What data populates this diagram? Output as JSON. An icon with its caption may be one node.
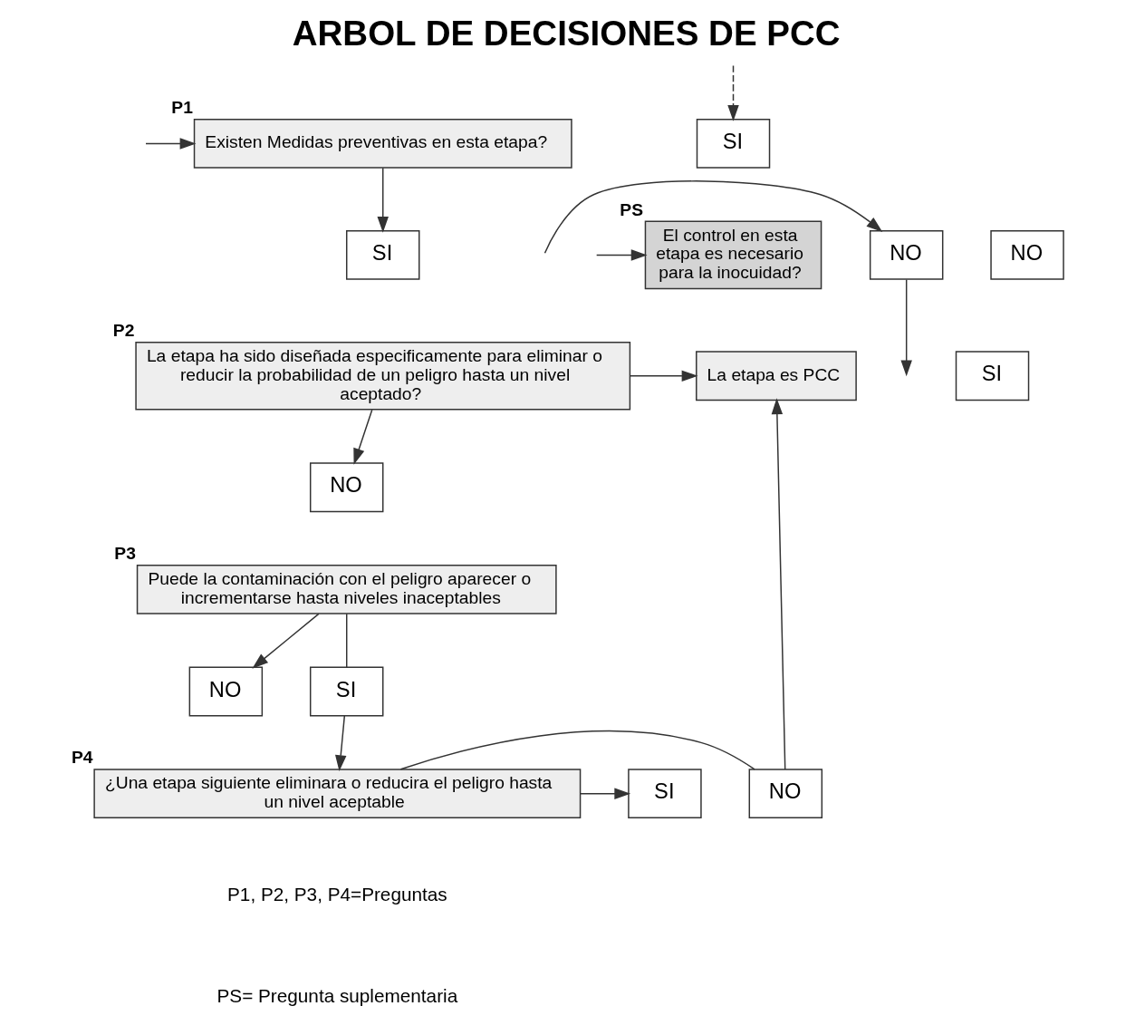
{
  "diagram": {
    "title": "ARBOL DE DECISIONES DE PCC",
    "nodes": [
      {
        "text": [
          "Existen Medidas preventivas en esta etapa?"
        ],
        "beside": [
          "P1"
        ]
      },
      {
        "text": [
          "SI"
        ]
      },
      {
        "text": [
          "El control en esta etapa es necesario para la inocuidad?"
        ],
        "beside": [
          "PS"
        ]
      },
      {
        "text": [
          "NO"
        ]
      },
      {
        "text": [
          "NO"
        ]
      },
      {
        "text": [
          "SI"
        ]
      },
      {
        "text": [
          "SI"
        ]
      },
      {
        "text": [
          "La etapa ha sido diseñada especificamente para eliminar o reducir la probabilidad de un peligro hasta un nivel aceptado?"
        ],
        "beside": [
          "P2"
        ]
      },
      {
        "text": [
          "La etapa es PCC"
        ]
      },
      {
        "text": [
          "NO"
        ]
      },
      {
        "text": [
          "Puede la contaminación con el peligro aparecer o incrementarse hasta niveles inaceptables"
        ],
        "beside": [
          "P3"
        ]
      },
      {
        "text": [
          "NO"
        ]
      },
      {
        "text": [
          "SI"
        ]
      },
      {
        "text": [
          "NO"
        ]
      },
      {
        "text": [
          "¿Una etapa siguiente eliminara o reducira el peligro hasta un nivel aceptable"
        ],
        "beside": [
          "P4"
        ]
      },
      {
        "text": [
          "SI"
        ]
      }
    ],
    "edges": [
      {
        "from": 0,
        "to": 5,
        "arrow": "to"
      },
      {
        "from": null,
        "to": 2,
        "arrow": "to"
      },
      {
        "from": null,
        "to": 0,
        "arrow": "to"
      },
      {
        "from": null,
        "to": 1,
        "arrow": "to",
        "style": "dashed"
      },
      {
        "from": null,
        "to": 3,
        "arrow": "to"
      },
      {
        "from": 3,
        "to": null,
        "arrow": "to"
      },
      {
        "from": 7,
        "to": 8,
        "arrow": "to"
      },
      {
        "from": 7,
        "to": 9,
        "arrow": "to"
      },
      {
        "from": 10,
        "to": 11,
        "arrow": "to"
      },
      {
        "from": 10,
        "to": 12,
        "arrow": "none"
      },
      {
        "from": 12,
        "to": 14,
        "arrow": "to"
      },
      {
        "from": 14,
        "to": 13,
        "arrow": "none"
      },
      {
        "from": 13,
        "to": 8,
        "arrow": "to"
      },
      {
        "from": 14,
        "to": 15,
        "arrow": "to"
      }
    ],
    "labels": [
      "P1, P2, P3, P4=Preguntas",
      "PS= Pregunta suplementaria"
    ]
  }
}
